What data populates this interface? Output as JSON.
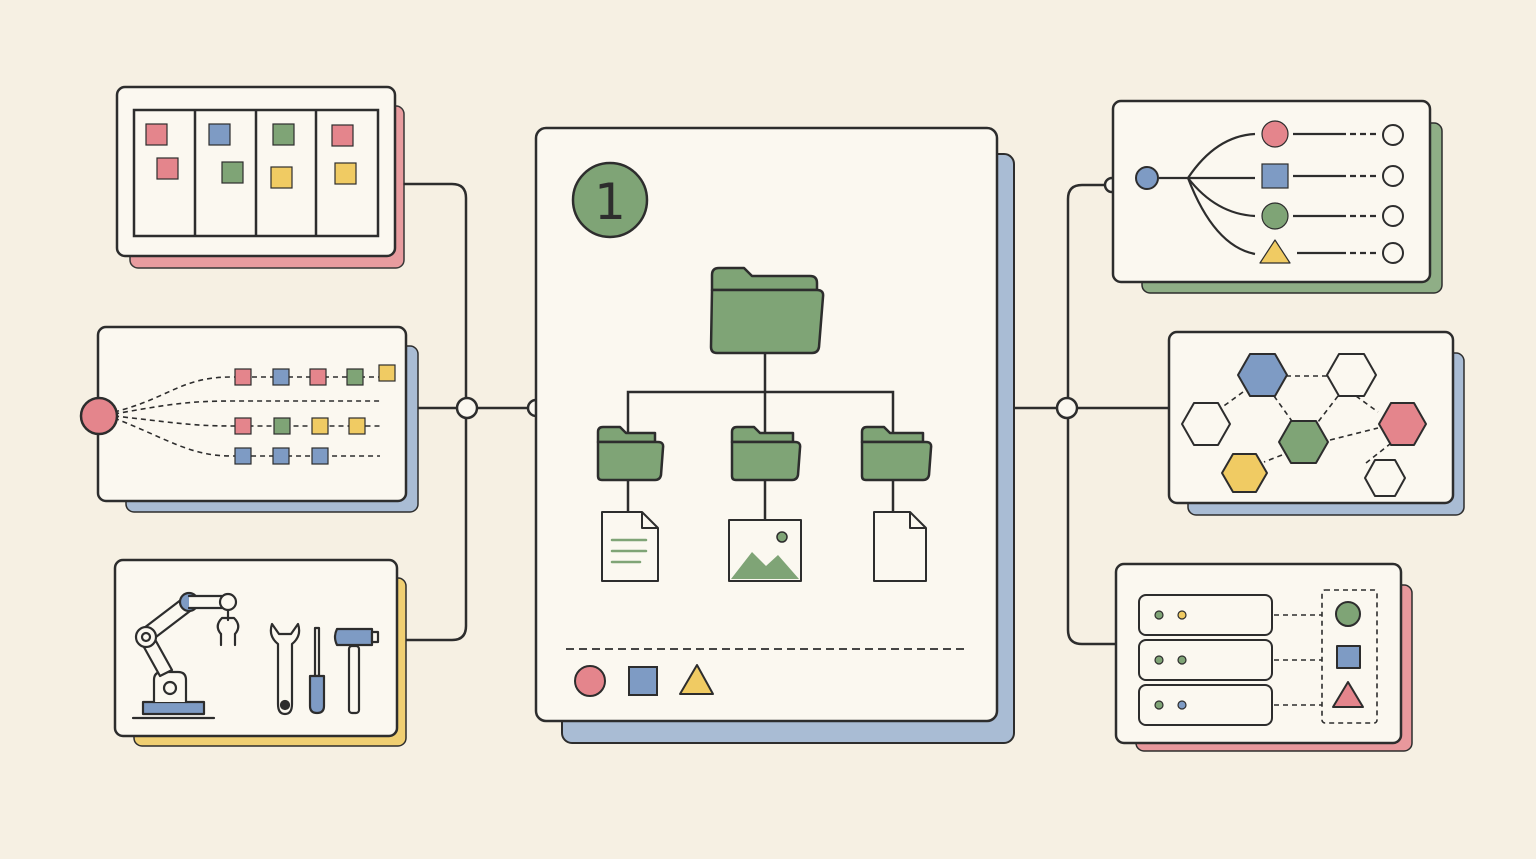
{
  "colors": {
    "background": "#f6f0e3",
    "card": "#fbf8f0",
    "stroke": "#2d2d2d",
    "red": "#e4858c",
    "blue": "#7e9bc4",
    "green": "#7fa476",
    "yellow": "#f0cb63",
    "shadow_red": "#e8989c",
    "shadow_blue": "#a9bcd4",
    "shadow_green": "#8fae86",
    "shadow_yellow": "#f0cf72"
  },
  "main_panel": {
    "step_number": "1",
    "icons": [
      "folder-icon",
      "document-icon",
      "image-icon",
      "blank-file-icon"
    ],
    "legend_shapes": [
      "circle",
      "square",
      "triangle"
    ]
  },
  "left_panels": [
    {
      "name": "kanban-board",
      "icons": [
        "sticky-note-icon"
      ]
    },
    {
      "name": "pipeline-flow",
      "icons": [
        "source-node-icon"
      ]
    },
    {
      "name": "robot-tools",
      "icons": [
        "robot-arm-icon",
        "wrench-icon",
        "screwdriver-icon",
        "hammer-icon"
      ]
    }
  ],
  "right_panels": [
    {
      "name": "branching-tree",
      "icons": [
        "root-node-icon"
      ]
    },
    {
      "name": "hexagon-network",
      "icons": [
        "hexagon-icon"
      ]
    },
    {
      "name": "server-stack",
      "icons": [
        "server-icon"
      ]
    }
  ]
}
